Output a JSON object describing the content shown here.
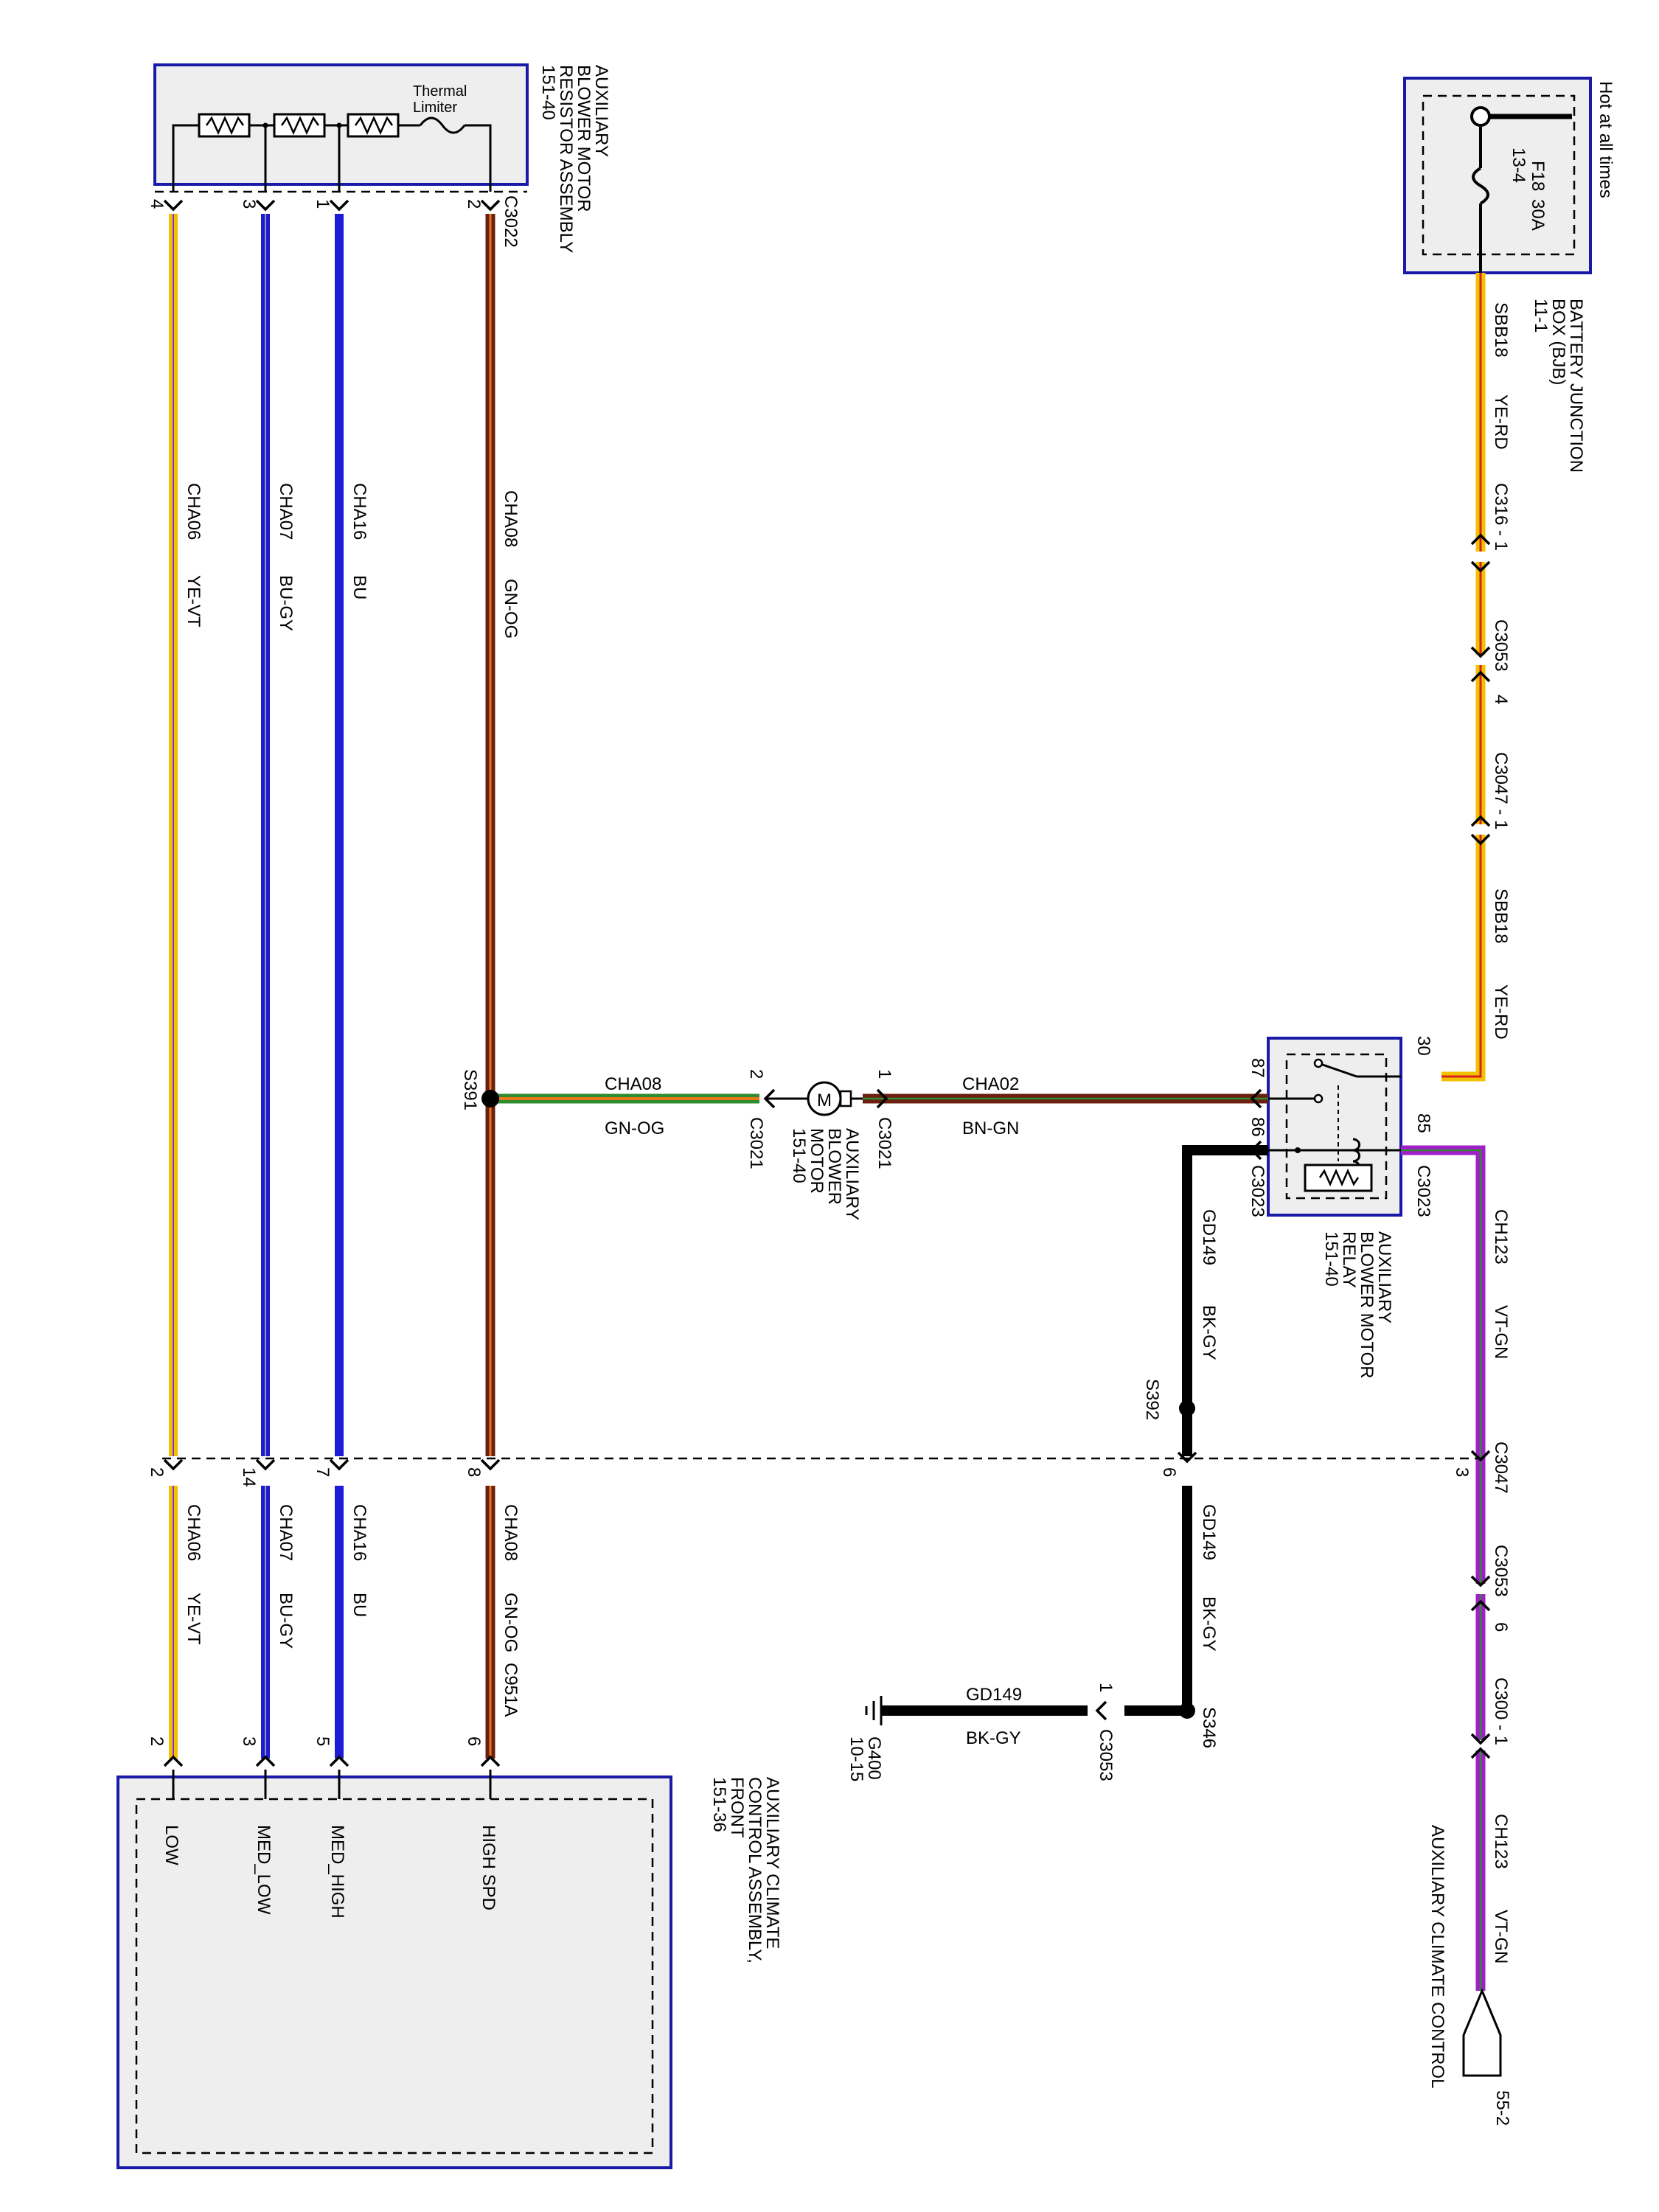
{
  "colors": {
    "yellow": "#f2c200",
    "blue": "#1c1cd6",
    "violet": "#a020c8",
    "black": "#000000",
    "brown": "#6b1f10",
    "green": "#2e8b2e",
    "orange": "#e8781a",
    "red": "#d62020",
    "grey": "#9a9a9a",
    "box_fill": "#eeeeee",
    "box_border": "#1a1aa8"
  },
  "labels": {
    "hot_at_all_times": "Hot at all times",
    "fuse_f18": "F18",
    "fuse_30a": "30A",
    "fuse_13_4": "13-4",
    "bjb_line1": "BATTERY JUNCTION",
    "bjb_line2": "BOX (BJB)",
    "bjb_ref": "11-1",
    "sbb18_a": "SBB18",
    "ye_rd_a": "YE-RD",
    "c316": "C316 - 1",
    "c3053_4": "C3053",
    "pin_4a": "4",
    "c3047_1": "C3047 - 1",
    "sbb18_b": "SBB18",
    "ye_rd_b": "YE-RD",
    "pin_30": "30",
    "pin_87": "87",
    "pin_85": "85",
    "pin_86": "86",
    "c3023_a": "C3023",
    "c3023_b": "C3023",
    "relay_line1": "AUXILIARY",
    "relay_line2": "BLOWER MOTOR",
    "relay_line3": "RELAY",
    "relay_ref": "151-40",
    "ch123_a": "CH123",
    "vt_gn_a": "VT-GN",
    "c3047_3": "C3047",
    "pin_3_c3047": "3",
    "c3053_6": "C3053",
    "pin_6_c3053": "6",
    "c300_1": "C300 - 1",
    "ch123_b": "CH123",
    "vt_gn_b": "VT-GN",
    "acc_label": "AUXILIARY CLIMATE CONTROL",
    "ref_55_2": "55-2",
    "cha02": "CHA02",
    "bn_gn": "BN-GN",
    "pin_1_c3021": "1",
    "c3021_a": "C3021",
    "motor_line1": "AUXILIARY",
    "motor_line2": "BLOWER",
    "motor_line3": "MOTOR",
    "motor_ref": "151-40",
    "pin_2_c3021": "2",
    "c3021_b": "C3021",
    "cha08_h": "CHA08",
    "gn_og_h": "GN-OG",
    "s391": "S391",
    "gd149_a": "GD149",
    "bk_gy_a": "BK-GY",
    "s392": "S392",
    "pin_6_gd": "6",
    "gd149_b": "GD149",
    "bk_gy_b": "BK-GY",
    "s346": "S346",
    "gd149_c": "GD149",
    "bk_gy_c": "BK-GY",
    "pin_1_c3053": "1",
    "c3053_g": "C3053",
    "g400": "G400",
    "g400_ref": "10-15",
    "resistor_line1": "AUXILIARY",
    "resistor_line2": "BLOWER MOTOR",
    "resistor_line3": "RESISTOR ASSEMBLY",
    "resistor_ref": "151-40",
    "thermal_line1": "Thermal",
    "thermal_line2": "Limiter",
    "c3022": "C3022",
    "r_pin_4": "4",
    "r_pin_3": "3",
    "r_pin_1": "1",
    "r_pin_2": "2",
    "cha06_a": "CHA06",
    "ye_vt_a": "YE-VT",
    "cha07_a": "CHA07",
    "bu_gy_a": "BU-GY",
    "cha16_a": "CHA16",
    "bu_a": "BU",
    "cha08_a": "CHA08",
    "gn_og_a": "GN-OG",
    "i_pin_2": "2",
    "i_pin_14": "14",
    "i_pin_7": "7",
    "i_pin_8": "8",
    "cha06_b": "CHA06",
    "ye_vt_b": "YE-VT",
    "cha07_b": "CHA07",
    "bu_gy_b": "BU-GY",
    "cha16_b": "CHA16",
    "bu_b": "BU",
    "cha08_b": "CHA08",
    "gn_og_b": "GN-OG",
    "c951a": "C951A",
    "m_pin_2": "2",
    "m_pin_3": "3",
    "m_pin_5": "5",
    "m_pin_6": "6",
    "module_line1": "AUXILIARY CLIMATE",
    "module_line2": "CONTROL ASSEMBLY,",
    "module_line3": "FRONT",
    "module_ref": "151-36",
    "low": "LOW",
    "med_low": "MED_LOW",
    "med_high": "MED_HIGH",
    "high_spd": "HIGH SPD"
  }
}
